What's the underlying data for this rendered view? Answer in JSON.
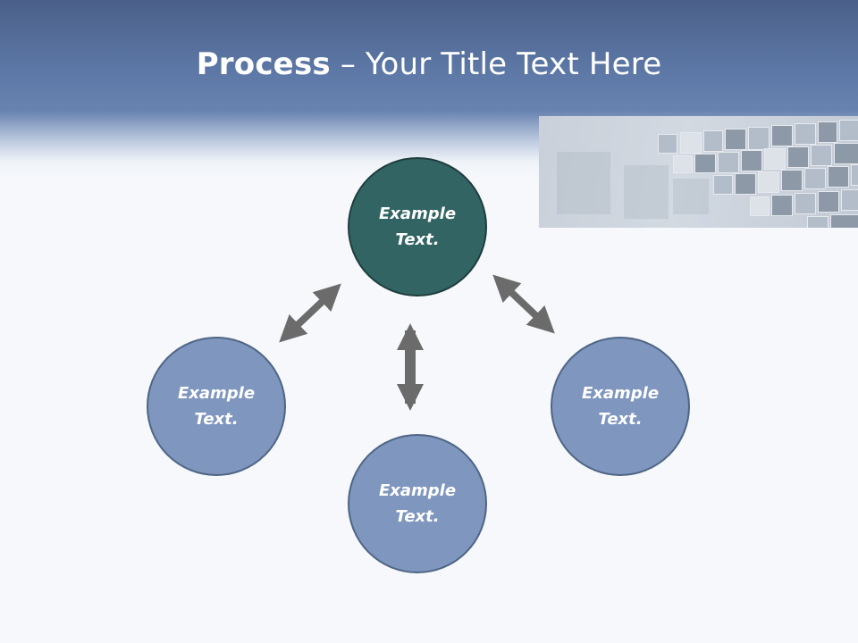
{
  "title": {
    "bold": "Process",
    "rest": " – Your Title Text Here"
  },
  "nodes": {
    "top": "Example Text.",
    "left": "Example Text.",
    "right": "Example Text.",
    "bottom": "Example Text."
  },
  "colors": {
    "header": "#5d78a6",
    "main_circle": "#336464",
    "sub_circle": "#7f96bf",
    "arrow": "#6b6b6b",
    "background": "#f6f8fb"
  }
}
